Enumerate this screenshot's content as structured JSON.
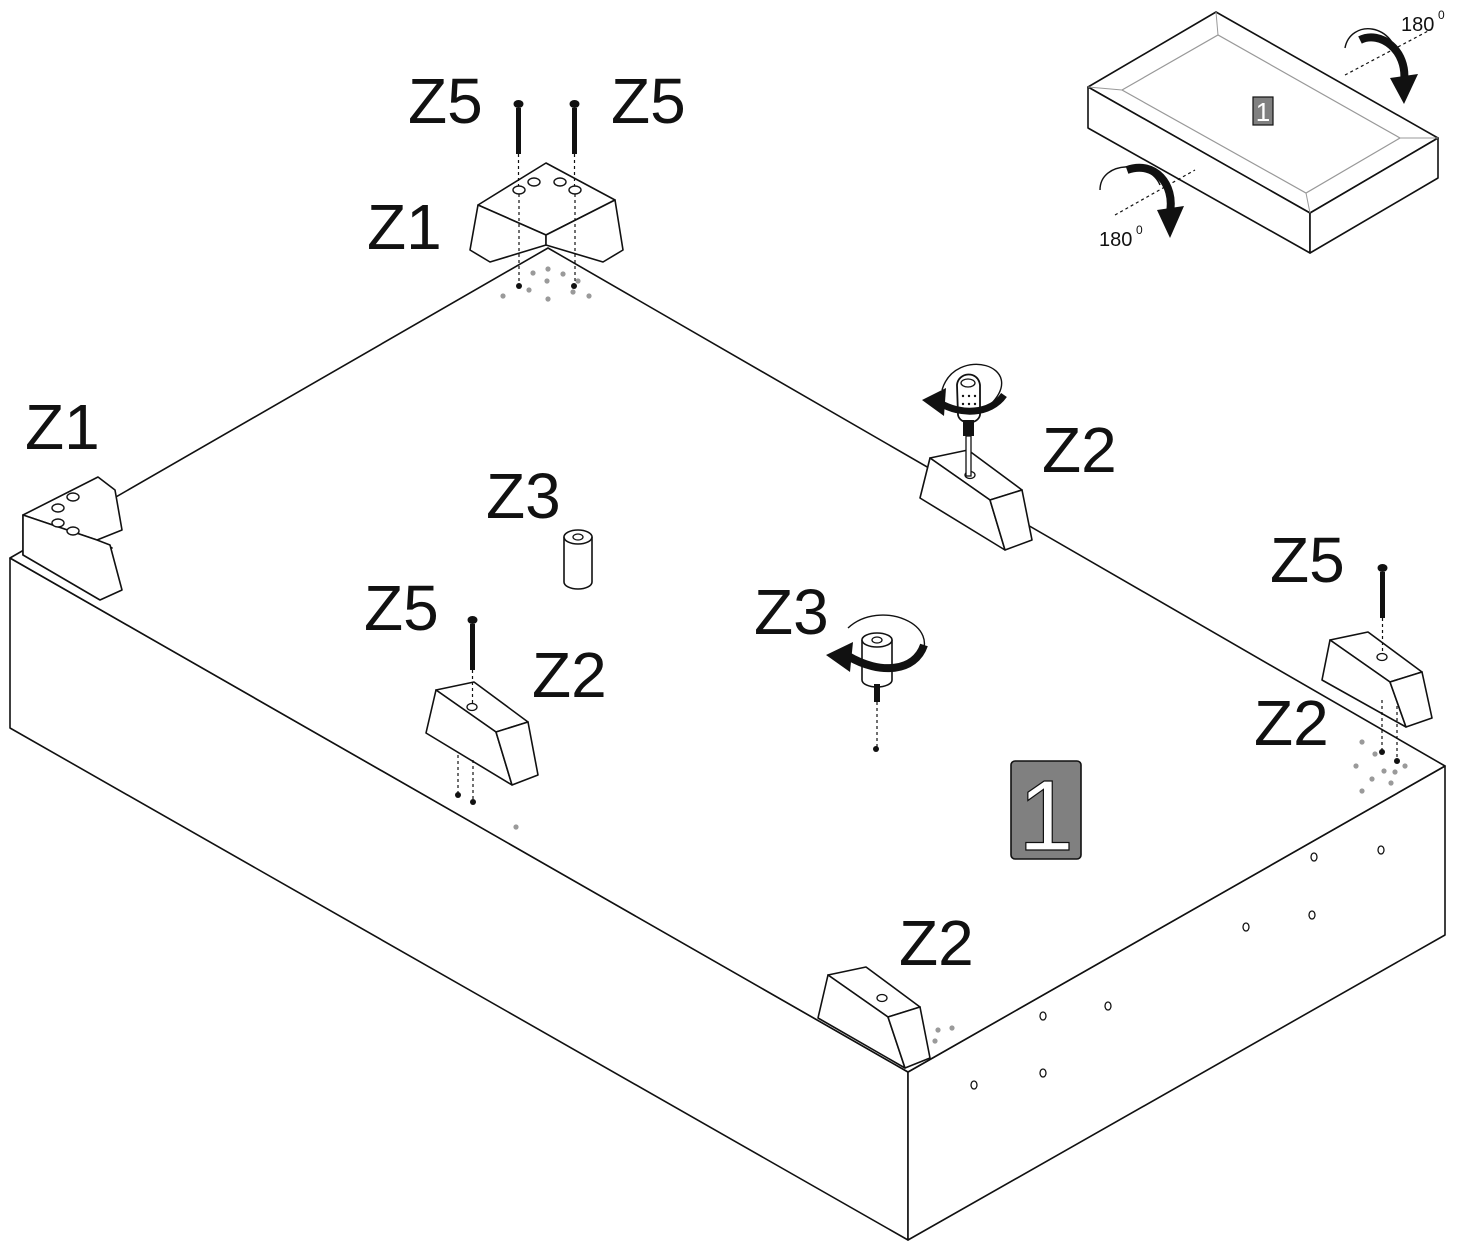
{
  "labels": {
    "z1_top": "Z1",
    "z1_left": "Z1",
    "z5_top_left": "Z5",
    "z5_top_right": "Z5",
    "z5_left": "Z5",
    "z5_right": "Z5",
    "z2_back_right": "Z2",
    "z2_front_left": "Z2",
    "z2_right": "Z2",
    "z2_front": "Z2",
    "z3_center": "Z3",
    "z3_screw": "Z3"
  },
  "panel_badge": "1",
  "inset": {
    "badge": "1",
    "rotation_top": "180",
    "rotation_bottom": "180",
    "degree_mark": "0"
  },
  "colors": {
    "badge_fill": "#808080",
    "line": "#111111",
    "dot": "#9a9a9a"
  }
}
